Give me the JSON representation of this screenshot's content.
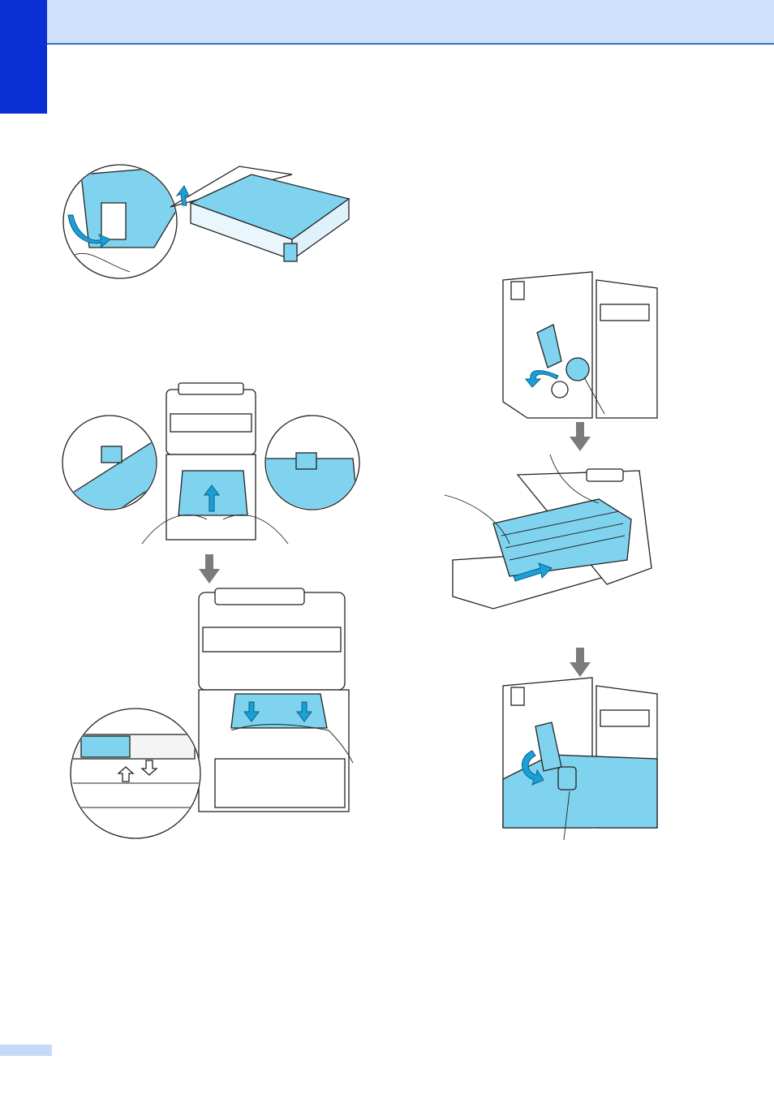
{
  "page": {
    "header_text": "",
    "footer_page_number": ""
  },
  "colors": {
    "header_band": "#cfe0fb",
    "header_rule": "#2f6fd8",
    "chapter_tab": "#0b2fd4",
    "part_highlight": "#7fd3ee",
    "arrow_blue": "#1aa0d8",
    "arrow_grey": "#7b7b7b"
  },
  "figures": [
    {
      "id": "belt-unit-tab",
      "icon": "belt-unit-illustration"
    },
    {
      "id": "remove-belt-unit",
      "icon": "printer-belt-removal-illustration"
    },
    {
      "id": "install-belt-unit",
      "icon": "printer-belt-install-illustration"
    },
    {
      "id": "drum-lock-open",
      "icon": "drum-lock-lever-illustration"
    },
    {
      "id": "insert-drum-unit",
      "icon": "drum-unit-insert-illustration"
    },
    {
      "id": "drum-lock-close",
      "icon": "drum-lock-lever-illustration"
    }
  ]
}
